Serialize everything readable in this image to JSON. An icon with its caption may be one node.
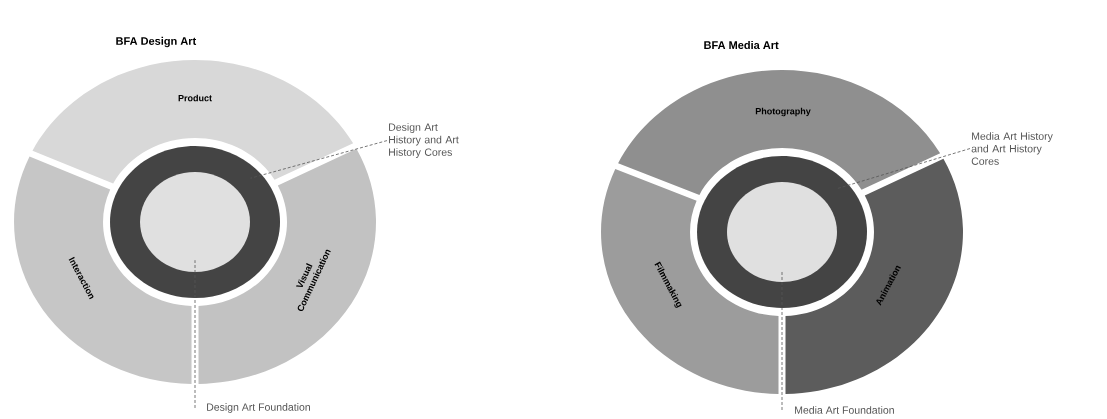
{
  "diagram": {
    "nodes": [
      {
        "text": [
          "Product"
        ]
      },
      {
        "text": [
          "Interaction"
        ]
      },
      {
        "text": [
          "Visual Communication"
        ]
      },
      {
        "text": [],
        "shape": "circle"
      },
      {
        "text": [],
        "shape": "circle",
        "in": 3
      },
      {
        "text": [
          "Design Art History and Art History Cores"
        ]
      },
      {
        "text": [
          "Design Art Foundation"
        ]
      },
      {
        "text": [
          "Photography"
        ]
      },
      {
        "text": [
          "Filmmaking"
        ]
      },
      {
        "text": [
          "Animation"
        ]
      },
      {
        "text": [],
        "shape": "circle"
      },
      {
        "text": [],
        "shape": "circle",
        "in": 10
      },
      {
        "text": [
          "Media Art History and Art History Cores"
        ]
      },
      {
        "text": [
          "Media Art Foundation"
        ]
      }
    ],
    "edges": [
      {
        "from": 5,
        "to": 3,
        "arrow": "none",
        "style": "dashed"
      },
      {
        "from": 6,
        "to": 4,
        "arrow": "none",
        "style": "dashed"
      },
      {
        "from": 12,
        "to": 10,
        "arrow": "none",
        "style": "dashed"
      },
      {
        "from": 13,
        "to": 11,
        "arrow": "none",
        "style": "dashed"
      }
    ],
    "labels": [
      "BFA Design Art",
      "BFA Media Art"
    ]
  }
}
